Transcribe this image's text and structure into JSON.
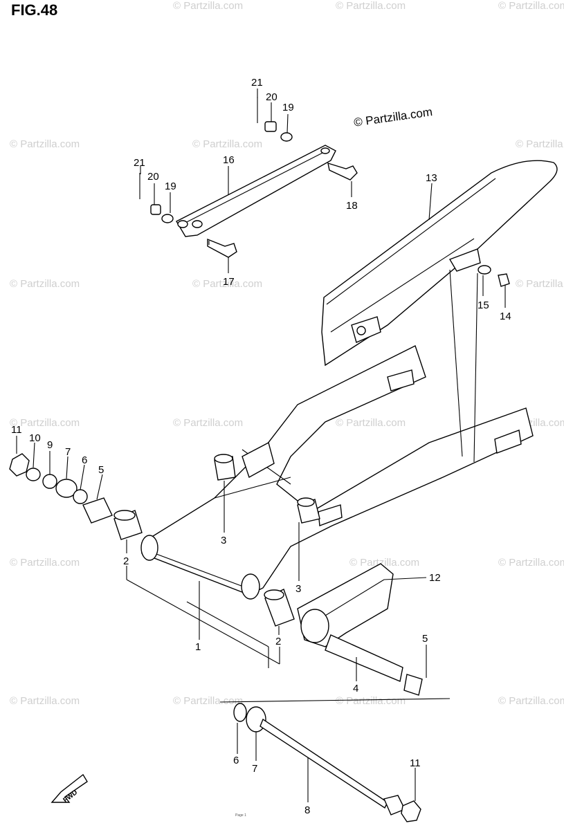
{
  "figure": {
    "title": "FIG.48"
  },
  "watermark": {
    "main": "© Partzilla.com",
    "repeat": "© Partzilla.com"
  },
  "callouts": [
    {
      "num": "21"
    },
    {
      "num": "20"
    },
    {
      "num": "19"
    },
    {
      "num": "16"
    },
    {
      "num": "18"
    },
    {
      "num": "21"
    },
    {
      "num": "20"
    },
    {
      "num": "19"
    },
    {
      "num": "17"
    },
    {
      "num": "13"
    },
    {
      "num": "15"
    },
    {
      "num": "14"
    },
    {
      "num": "11"
    },
    {
      "num": "10"
    },
    {
      "num": "9"
    },
    {
      "num": "7"
    },
    {
      "num": "6"
    },
    {
      "num": "5"
    },
    {
      "num": "3"
    },
    {
      "num": "3"
    },
    {
      "num": "2"
    },
    {
      "num": "12"
    },
    {
      "num": "1"
    },
    {
      "num": "2"
    },
    {
      "num": "5"
    },
    {
      "num": "4"
    },
    {
      "num": "6"
    },
    {
      "num": "7"
    },
    {
      "num": "8"
    },
    {
      "num": "11"
    }
  ],
  "fwd_label": "FWD",
  "footer": "Page 1"
}
